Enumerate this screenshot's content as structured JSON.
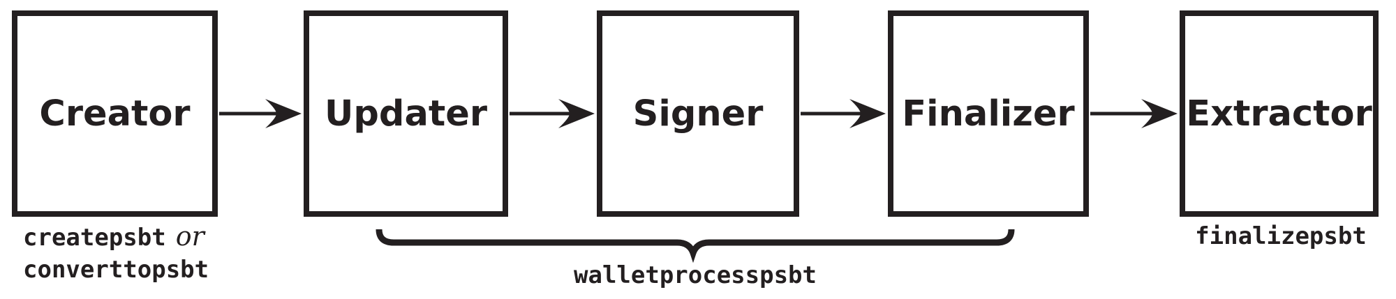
{
  "diagram": {
    "colors": {
      "ink": "#231f20",
      "background": "#ffffff"
    },
    "stages": [
      {
        "label": "Creator"
      },
      {
        "label": "Updater"
      },
      {
        "label": "Signer"
      },
      {
        "label": "Finalizer"
      },
      {
        "label": "Extractor"
      }
    ],
    "captions": {
      "creator": {
        "command_1": "createpsbt",
        "conjunction": "or",
        "command_2": "converttopsbt"
      },
      "updater_to_finalizer": "walletprocesspsbt",
      "extractor": "finalizepsbt"
    },
    "icons": {
      "connector": "arrow-right-icon",
      "group_marker": "underbrace-icon"
    }
  }
}
